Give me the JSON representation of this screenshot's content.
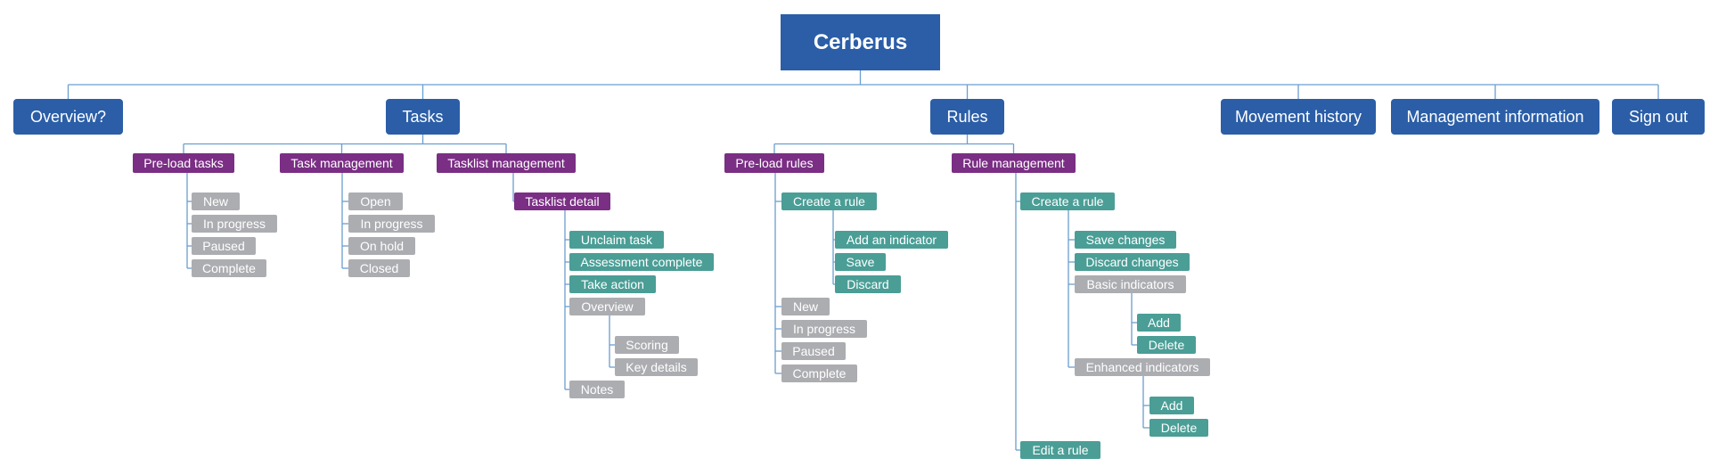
{
  "tree": {
    "label": "Cerberus",
    "style": "root",
    "children": [
      {
        "label": "Overview?",
        "style": "top"
      },
      {
        "label": "Tasks",
        "style": "top",
        "children": [
          {
            "label": "Pre-load tasks",
            "style": "sub",
            "children": [
              {
                "label": "New",
                "style": "grey"
              },
              {
                "label": "In progress",
                "style": "grey"
              },
              {
                "label": "Paused",
                "style": "grey"
              },
              {
                "label": "Complete",
                "style": "grey"
              }
            ]
          },
          {
            "label": "Task management",
            "style": "sub",
            "children": [
              {
                "label": "Open",
                "style": "grey"
              },
              {
                "label": "In progress",
                "style": "grey"
              },
              {
                "label": "On hold",
                "style": "grey"
              },
              {
                "label": "Closed",
                "style": "grey"
              }
            ]
          },
          {
            "label": "Tasklist management",
            "style": "sub",
            "children": [
              {
                "label": "Tasklist detail",
                "style": "sub",
                "children": [
                  {
                    "label": "Unclaim task",
                    "style": "teal"
                  },
                  {
                    "label": "Assessment complete",
                    "style": "teal"
                  },
                  {
                    "label": "Take action",
                    "style": "teal"
                  },
                  {
                    "label": "Overview",
                    "style": "grey",
                    "children": [
                      {
                        "label": "Scoring",
                        "style": "grey"
                      },
                      {
                        "label": "Key details",
                        "style": "grey"
                      }
                    ]
                  },
                  {
                    "label": "Notes",
                    "style": "grey"
                  }
                ]
              }
            ]
          }
        ]
      },
      {
        "label": "Rules",
        "style": "top",
        "children": [
          {
            "label": "Pre-load rules",
            "style": "sub",
            "children": [
              {
                "label": "Create a rule",
                "style": "teal",
                "children": [
                  {
                    "label": "Add an indicator",
                    "style": "teal"
                  },
                  {
                    "label": "Save",
                    "style": "teal"
                  },
                  {
                    "label": "Discard",
                    "style": "teal"
                  }
                ]
              },
              {
                "label": "New",
                "style": "grey"
              },
              {
                "label": "In progress",
                "style": "grey"
              },
              {
                "label": "Paused",
                "style": "grey"
              },
              {
                "label": "Complete",
                "style": "grey"
              }
            ]
          },
          {
            "label": "Rule management",
            "style": "sub",
            "children": [
              {
                "label": "Create a rule",
                "style": "teal",
                "children": [
                  {
                    "label": "Save changes",
                    "style": "teal"
                  },
                  {
                    "label": "Discard changes",
                    "style": "teal"
                  },
                  {
                    "label": "Basic indicators",
                    "style": "grey",
                    "children": [
                      {
                        "label": "Add",
                        "style": "teal"
                      },
                      {
                        "label": "Delete",
                        "style": "teal"
                      }
                    ]
                  },
                  {
                    "label": "Enhanced indicators",
                    "style": "grey",
                    "children": [
                      {
                        "label": "Add",
                        "style": "teal"
                      },
                      {
                        "label": "Delete",
                        "style": "teal"
                      }
                    ]
                  }
                ]
              },
              {
                "label": "Edit a rule",
                "style": "teal"
              }
            ]
          }
        ]
      },
      {
        "label": "Movement history",
        "style": "top"
      },
      {
        "label": "Management information",
        "style": "top"
      },
      {
        "label": "Sign out",
        "style": "top"
      }
    ]
  }
}
